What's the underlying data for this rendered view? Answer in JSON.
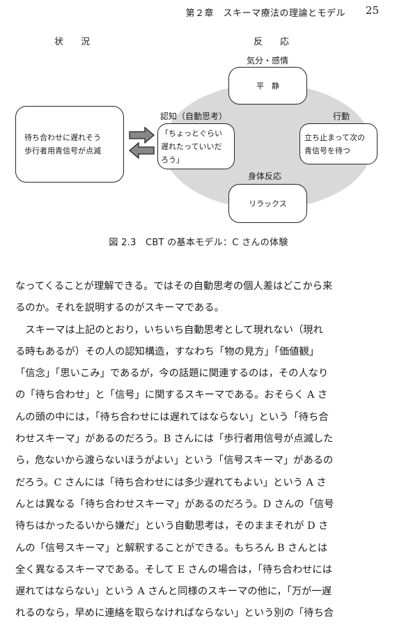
{
  "header": {
    "chapter": "第２章　スキーマ療法の理論とモデル",
    "page_number": "25"
  },
  "figure": {
    "situation_heading": "状　況",
    "reaction_heading": "反　応",
    "situation_lines": [
      "待ち合わせに遅れそう",
      "歩行者用青信号が点滅"
    ],
    "mood_label": "気分・感情",
    "mood_text": "平　静",
    "cognition_label": "認知（自動思考）",
    "cognition_lines": [
      "「ちょっとぐらい",
      "遅れたっていいだ",
      "ろう」"
    ],
    "behavior_label": "行動",
    "behavior_lines": [
      "立ち止まって次の",
      "青信号を待つ"
    ],
    "body_label": "身体反応",
    "body_text": "リラックス",
    "caption": "図 2.3　CBT の基本モデル：C さんの体験"
  },
  "body_lines": [
    "なってくることが理解できる。ではその自動思考の個人差はどこから来",
    "るのか。それを説明するのがスキーマである。",
    "　スキーマは上記のとおり，いちいち自動思考として現れない（現れ",
    "る時もあるが）その人の認知構造，すなわち「物の見方」「価値観」",
    "「信念」「思いこみ」であるが，今の話題に関連するのは，その人なり",
    "の「待ち合わせ」と「信号」に関するスキーマである。おそらく A さ",
    "んの頭の中には，「待ち合わせには遅れてはならない」という「待ち合",
    "わせスキーマ」があるのだろう。B さんには「歩行者用信号が点滅した",
    "ら，危ないから渡らないほうがよい」という「信号スキーマ」があるの",
    "だろう。C さんには「待ち合わせには多少遅れてもよい」という A さ",
    "んとは異なる「待ち合わせスキーマ」があるのだろう。D さんの「信号",
    "待ちはかったるいから嫌だ」という自動思考は，そのままそれが D さ",
    "んの「信号スキーマ」と解釈することができる。もちろん B さんとは",
    "全く異なるスキーマである。そして E さんの場合は，「待ち合わせには",
    "遅れてはならない」という A さんと同様のスキーマの他に，「万が一遅",
    "れるのなら，早めに連絡を取らなければならない」という別の「待ち合"
  ]
}
